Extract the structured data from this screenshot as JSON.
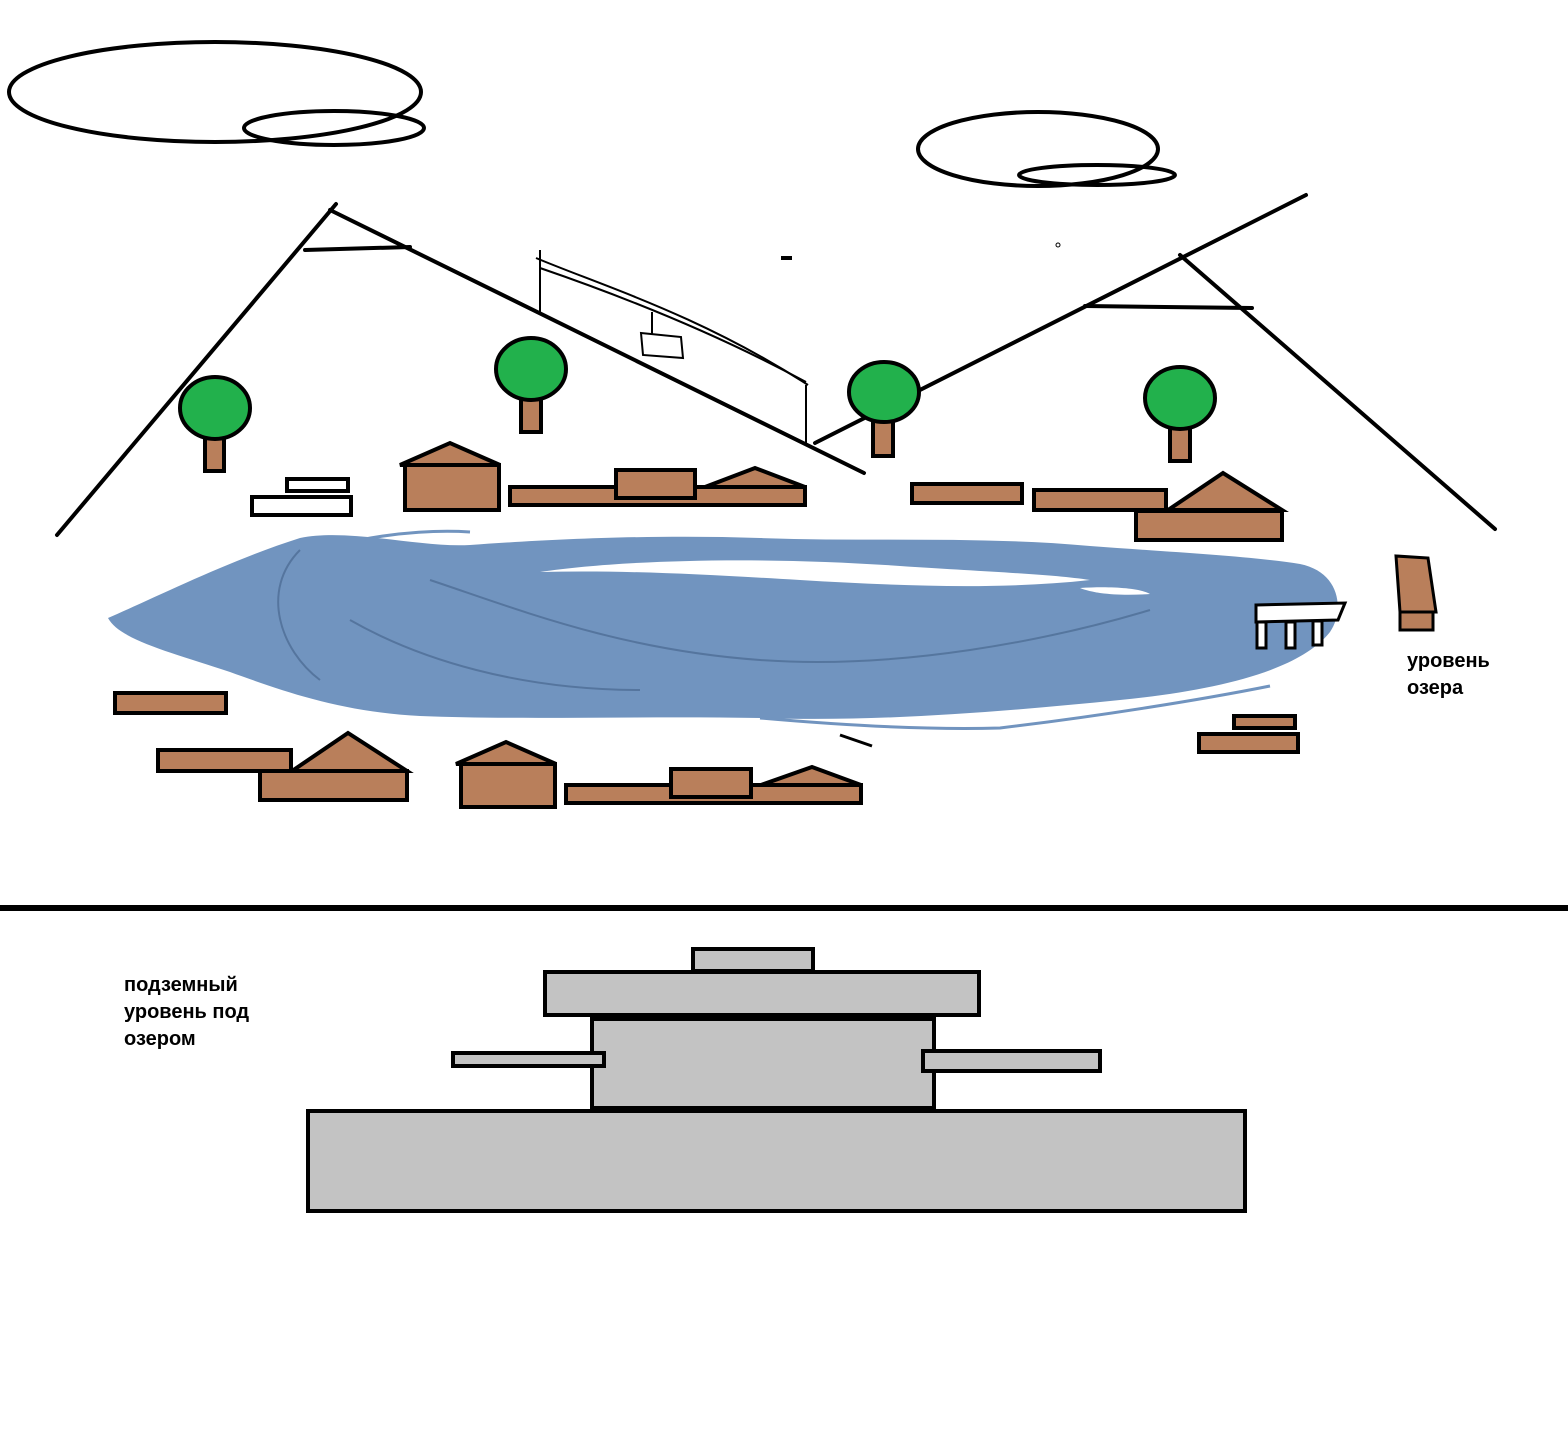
{
  "labels": {
    "lake_level": [
      "уровень",
      "озера"
    ],
    "underground_level": [
      "подземный",
      "уровень под",
      "озером"
    ]
  },
  "colors": {
    "water": "#7194bf",
    "wood": "#b97f5b",
    "foliage": "#22b14c",
    "concrete": "#c3c3c3",
    "outline": "#000000",
    "background": "#ffffff"
  },
  "icons": [
    "cloud-icon",
    "tree-icon",
    "house-icon",
    "pier-icon",
    "lake-icon",
    "mountain-icon",
    "bunker-icon"
  ]
}
